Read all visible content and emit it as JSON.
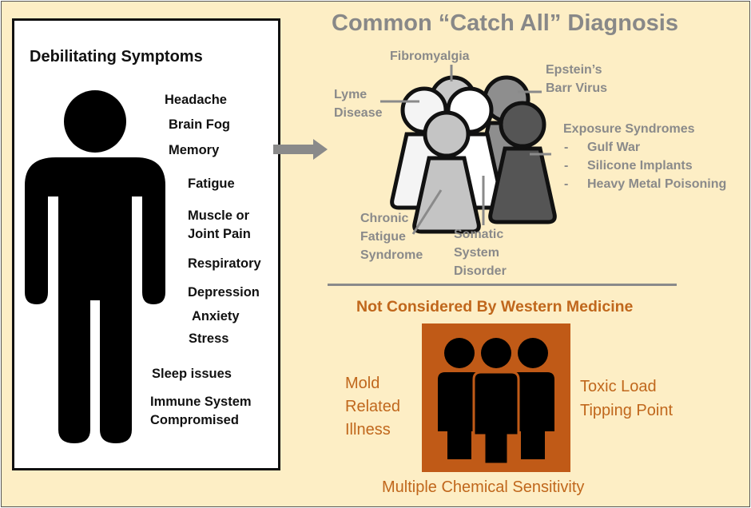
{
  "left_panel": {
    "heading": "Debilitating Symptoms",
    "symptoms": [
      "Headache",
      "Brain Fog",
      "Memory",
      "Fatigue",
      "Muscle or",
      "Joint Pain",
      "Respiratory",
      "Depression",
      "Anxiety",
      "Stress",
      "Sleep issues",
      "Immune System",
      "Compromised"
    ]
  },
  "catch_all": {
    "title": "Common “Catch All” Diagnosis",
    "fibromyalgia": "Fibromyalgia",
    "epstein_line1": "Epstein’s",
    "epstein_line2": "Barr Virus",
    "lyme_line1": "Lyme",
    "lyme_line2": "Disease",
    "exposure_title": "Exposure Syndromes",
    "exposure_items": [
      "Gulf War",
      "Silicone Implants",
      "Heavy Metal Poisoning"
    ],
    "exposure_bullet": "-",
    "chronic_line1": "Chronic",
    "chronic_line2": "Fatigue",
    "chronic_line3": "Syndrome",
    "somatic_line1": "Somatic",
    "somatic_line2": "System",
    "somatic_line3": "Disorder"
  },
  "western": {
    "title": "Not Considered By Western Medicine",
    "mold_line1": "Mold",
    "mold_line2": "Related",
    "mold_line3": "Illness",
    "toxic_line1": "Toxic Load",
    "toxic_line2": "Tipping Point",
    "mcs": "Multiple Chemical Sensitivity"
  },
  "colors": {
    "background": "#fdeec5",
    "grey_text": "#8a8a8a",
    "accent_brown": "#c0671c",
    "group_box": "#c05a17"
  },
  "icons": [
    "person-silhouette-icon",
    "arrow-right-icon",
    "pawn-group-icon",
    "people-group-icon"
  ]
}
